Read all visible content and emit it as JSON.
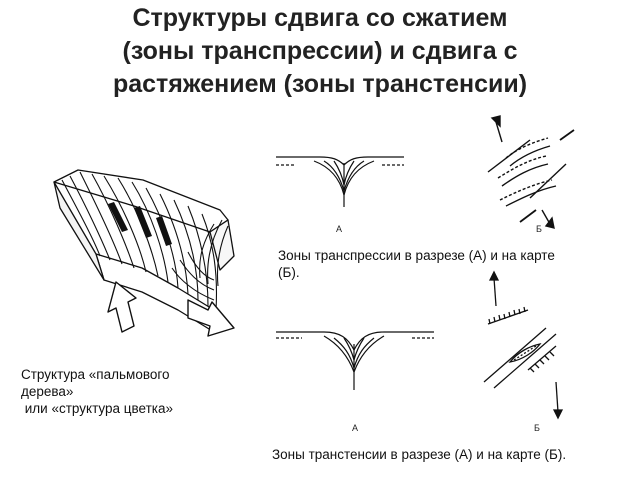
{
  "title": {
    "line1": "Структуры сдвига со сжатием",
    "line2": "(зоны транспрессии) и сдвига с",
    "line3": "растяжением (зоны транстенсии)"
  },
  "palm_caption": {
    "line1": "Структура «пальмового",
    "line2": "дерева»",
    "line3": " или «структура цветка»"
  },
  "transpression": {
    "label_a": "А",
    "label_b": "Б",
    "caption_line1": "Зоны транспрессии в разрезе (А) и на карте",
    "caption_line2": "(Б)."
  },
  "transtension": {
    "label_a": "А",
    "label_b": "Б",
    "caption": "Зоны транстенсии в разрезе (А) и на карте (Б)."
  }
}
